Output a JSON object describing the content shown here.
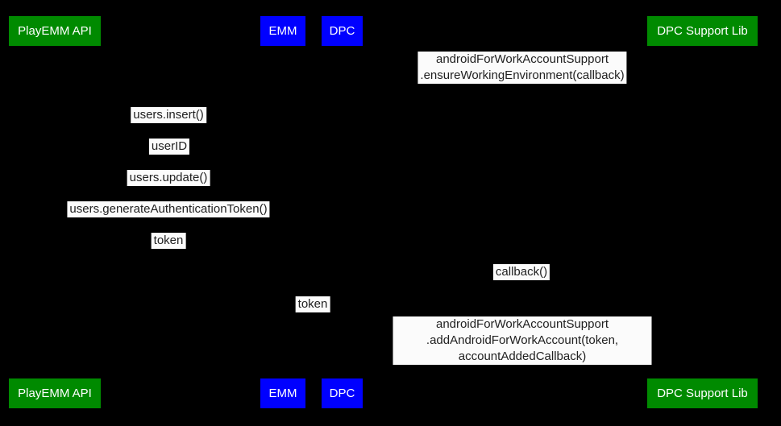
{
  "colors": {
    "background": "#000000",
    "actor_green": "#008a00",
    "actor_blue": "#0000ff",
    "actor_text": "#ffffff",
    "label_background": "#fbfbfb",
    "label_text": "#212121"
  },
  "actors": {
    "playemm": {
      "label": "PlayEMM API"
    },
    "emm": {
      "label": "EMM"
    },
    "dpc": {
      "label": "DPC"
    },
    "dpclib": {
      "label": "DPC Support Lib"
    }
  },
  "messages": {
    "ensure_working_environment": {
      "text": "androidForWorkAccountSupport\n.ensureWorkingEnvironment(callback)"
    },
    "users_insert": {
      "text": "users.insert()"
    },
    "user_id": {
      "text": "userID"
    },
    "users_update": {
      "text": "users.update()"
    },
    "generate_authentication_token": {
      "text": "users.generateAuthenticationToken()"
    },
    "token_returned": {
      "text": "token"
    },
    "callback": {
      "text": "callback()"
    },
    "token_passed": {
      "text": "token"
    },
    "add_android_for_work_account": {
      "text": "androidForWorkAccountSupport\n.addAndroidForWorkAccount(token, accountAddedCallback)"
    }
  }
}
